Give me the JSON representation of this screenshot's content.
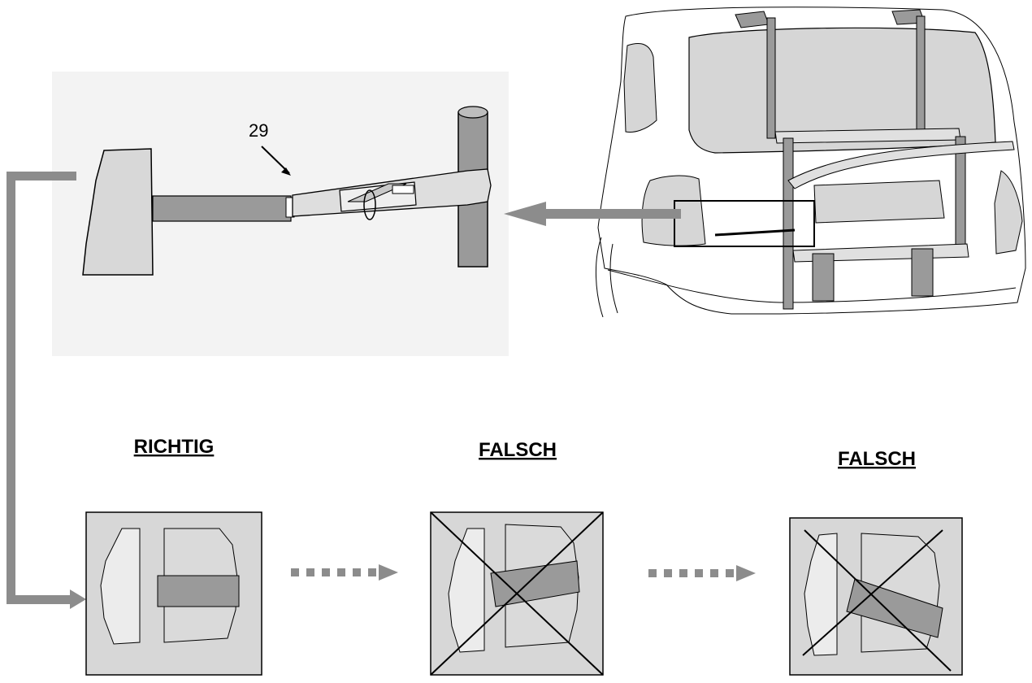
{
  "detail": {
    "part_number": "29"
  },
  "verdicts": [
    {
      "label": "RICHTIG",
      "crossed": false
    },
    {
      "label": "FALSCH",
      "crossed": true
    },
    {
      "label": "FALSCH",
      "crossed": true
    }
  ],
  "colors": {
    "arrow": "#8c8c8c",
    "strap": "#9a9a9a",
    "panel_bg": "#d7d7d7",
    "surface_light": "#ececec",
    "surface_mid": "#dadada",
    "glass": "#d6d6d6",
    "line": "#000000"
  }
}
